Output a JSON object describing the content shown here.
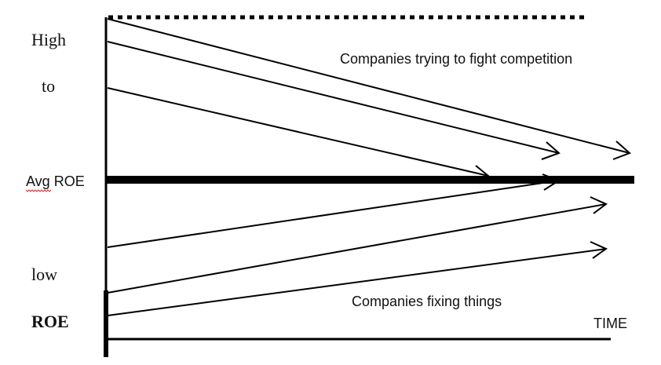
{
  "labels": {
    "high": "High",
    "to": "to",
    "avg_roe": "Avg ROE",
    "low": "low",
    "roe": "ROE",
    "time": "TIME",
    "top_caption": "Companies trying to fight competition",
    "bottom_caption": "Companies fixing things"
  },
  "colors": {
    "ink": "#000000",
    "text": "#111111",
    "spellcheck_underline": "#d03030"
  },
  "trends": {
    "from_above": [
      {
        "start_level": "high",
        "end_level": "converges toward average"
      },
      {
        "start_level": "high",
        "end_level": "converges toward average"
      },
      {
        "start_level": "above average",
        "end_level": "average"
      }
    ],
    "from_below": [
      {
        "start_level": "below average",
        "end_level": "average"
      },
      {
        "start_level": "low",
        "end_level": "converges toward average"
      },
      {
        "start_level": "low",
        "end_level": "converges toward average"
      }
    ]
  }
}
